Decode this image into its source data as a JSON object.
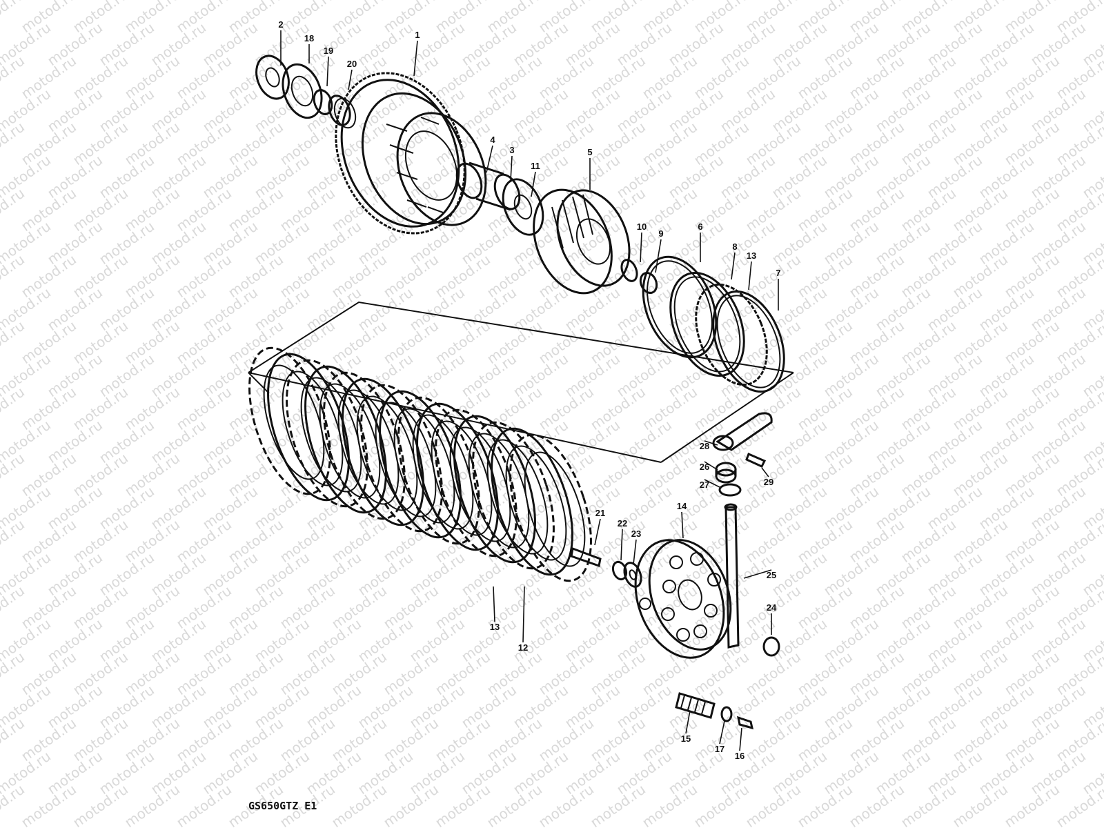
{
  "watermark": "motod.ru",
  "model_code": "GS650GTZ E1",
  "callouts": [
    "1",
    "2",
    "3",
    "4",
    "5",
    "6",
    "7",
    "8",
    "9",
    "10",
    "11",
    "12",
    "13",
    "13",
    "14",
    "15",
    "16",
    "17",
    "18",
    "19",
    "20",
    "21",
    "22",
    "23",
    "24",
    "25",
    "26",
    "27",
    "28",
    "29"
  ],
  "colors": {
    "ink": "#111111",
    "paper": "#ffffff",
    "watermark": "#d9d9d9"
  }
}
